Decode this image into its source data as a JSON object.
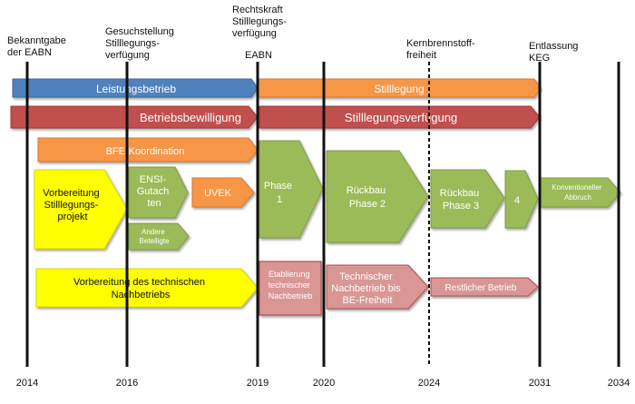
{
  "milestones": {
    "m2014": [
      "Bekanntgabe",
      "der EABN"
    ],
    "m2016": [
      "Gesuchstellung",
      "Stilllegungs-",
      "verfügung"
    ],
    "m2019": [
      "Rechtskraft",
      "Stilllegungs-",
      "verfügung"
    ],
    "m2019b": "EABN",
    "m2024": [
      "Kernbrennstoff-",
      "freiheit"
    ],
    "m2031": [
      "Entlassung",
      "KEG"
    ]
  },
  "years": [
    "2014",
    "2016",
    "2019",
    "2020",
    "2024",
    "2031",
    "2034"
  ],
  "bars": {
    "leistungsbetrieb": "Leistungsbetrieb",
    "stilllegung": "Stilllegung",
    "betriebsbewilligung": "Betriebsbewilligung",
    "stilllegungsverfuegung": "Stilllegungsverfügung",
    "bfe": "BFE-Koordination",
    "vorbereitung": [
      "Vorbereitung",
      "Stilllegungs-",
      "projekt"
    ],
    "ensi": [
      "ENSI-",
      "Gutach",
      "ten"
    ],
    "uvek": "UVEK",
    "andere": [
      "Andere",
      "Beteiligte"
    ],
    "phase1": [
      "Phase",
      "1"
    ],
    "rueckbau2": [
      "Rückbau",
      "Phase 2"
    ],
    "rueckbau3": [
      "Rückbau",
      "Phase 3"
    ],
    "phase4": "4",
    "abbruch": [
      "Konventioneller",
      "Abbruch"
    ],
    "nachbetrieb": [
      "Vorbereitung des technischen",
      "Nachbetriebs"
    ],
    "etablierung": [
      "Etablierung",
      "technischer",
      "Nachbetrieb"
    ],
    "technischer": [
      "Technischer",
      "Nachbetrieb bis",
      "BE-Freiheit"
    ],
    "restlicher": "Restlicher Betrieb"
  },
  "colors": {
    "blue": "#4f81bd",
    "orange": "#f79646",
    "red": "#c0504d",
    "green": "#9bbb59",
    "yellow": "#ffff00",
    "pink": "#d99694"
  }
}
